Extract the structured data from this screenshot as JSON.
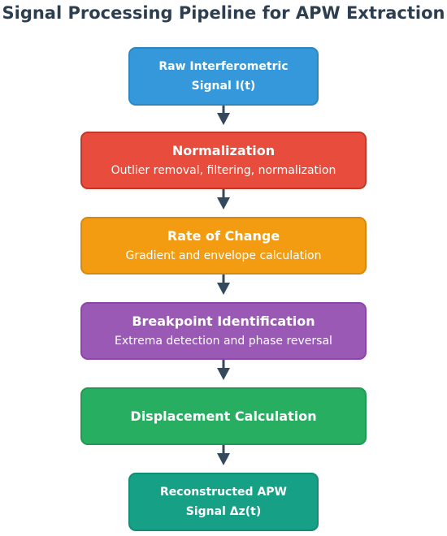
{
  "title": "Signal Processing Pipeline for APW Extraction",
  "steps": [
    {
      "name_line1": "Raw Interferometric",
      "name_line2": "Signal I(t)",
      "fill": "#3498db",
      "border": "#2e86c1"
    },
    {
      "name": "Normalization",
      "desc": "Outlier removal, filtering, normalization",
      "fill": "#e74c3c",
      "border": "#c0392b"
    },
    {
      "name": "Rate of Change",
      "desc": "Gradient and envelope calculation",
      "fill": "#f39c12",
      "border": "#d68910"
    },
    {
      "name": "Breakpoint Identification",
      "desc": "Extrema detection and phase reversal",
      "fill": "#9b59b6",
      "border": "#8e44ad"
    },
    {
      "name": "Displacement Calculation",
      "fill": "#27ae60",
      "border": "#229954"
    },
    {
      "name_line1": "Reconstructed APW",
      "name_line2": "Signal Δz(t)",
      "fill": "#16a085",
      "border": "#138d75"
    }
  ],
  "arrow_color": "#34495e"
}
